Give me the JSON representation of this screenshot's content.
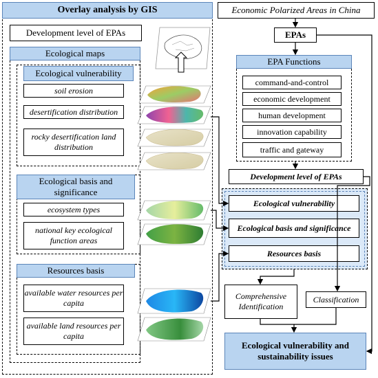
{
  "left_panel": {
    "title": "Overlay analysis by GIS",
    "development_level": "Development level of EPAs",
    "ecological_maps": "Ecological maps",
    "groups": [
      {
        "header": "Ecological vulnerability",
        "items": [
          "soil erosion",
          "desertification distribution",
          "rocky desertification land distribution"
        ]
      },
      {
        "header": "Ecological basis and significance",
        "items": [
          "ecosystem types",
          "national key ecological function areas"
        ]
      },
      {
        "header": "Resources basis",
        "items": [
          "available water resources per capita",
          "available land resources per capita"
        ]
      }
    ]
  },
  "right_panel": {
    "title": "Economic Polarized Areas in China",
    "epas": "EPAs",
    "functions_header": "EPA Functions",
    "functions": [
      "command-and-control",
      "economic development",
      "human development",
      "innovation capability",
      "traffic and gateway"
    ],
    "development_level": "Development level of EPAs",
    "group_boxes": [
      "Ecological vulnerability",
      "Ecological basis and significance",
      "Resources basis"
    ],
    "comprehensive": "Comprehensive Identification",
    "classification": "Classification",
    "final": "Ecological vulnerability and sustainability issues"
  },
  "colors": {
    "header_fill": "#b9d4f0",
    "header_border": "#5a84b8",
    "group_fill": "#dbe9f8"
  }
}
